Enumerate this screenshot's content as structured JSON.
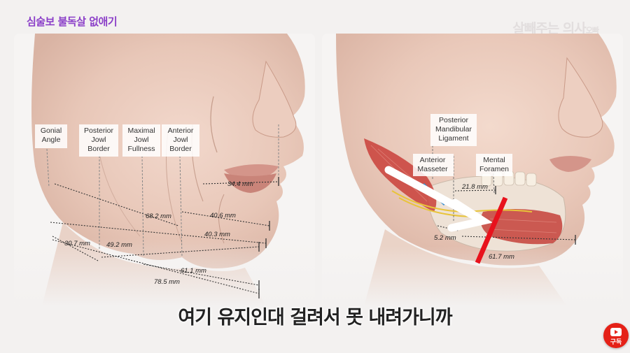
{
  "video": {
    "title": "심술보 불독살 없애기",
    "watermark_main": "살빼주는 의사",
    "watermark_small": "오빠",
    "subtitle": "여기 유지인대 걸려서 못 내려가니까",
    "subscribe_label": "구독"
  },
  "left_figure": {
    "labels": {
      "gonial": [
        "Gonial",
        "Angle"
      ],
      "posterior_jowl": [
        "Posterior",
        "Jowl",
        "Border"
      ],
      "maximal_jowl": [
        "Maximal",
        "Jowl",
        "Fullness"
      ],
      "anterior_jowl": [
        "Anterior",
        "Jowl",
        "Border"
      ]
    },
    "measurements": {
      "m1": "34.4 mm",
      "m2": "68.2 mm",
      "m3": "40.6 mm",
      "m4": "40.3 mm",
      "m5": "49.2 mm",
      "m6": "30.7 mm",
      "m7": "61.1 mm",
      "m8": "78.5 mm"
    }
  },
  "right_figure": {
    "labels": {
      "posterior_mandibular": [
        "Posterior",
        "Mandibular",
        "Ligament"
      ],
      "anterior_masseter": [
        "Anterior",
        "Masseter"
      ],
      "mental_foramen": [
        "Mental",
        "Foramen"
      ]
    },
    "measurements": {
      "m1": "21.8 mm",
      "m2": "5.2 mm",
      "m3": "61.7 mm"
    }
  },
  "colors": {
    "title": "#8b3fc8",
    "subscribe": "#e52117",
    "red_line": "#e8121c",
    "muscle": "#c9403a"
  }
}
